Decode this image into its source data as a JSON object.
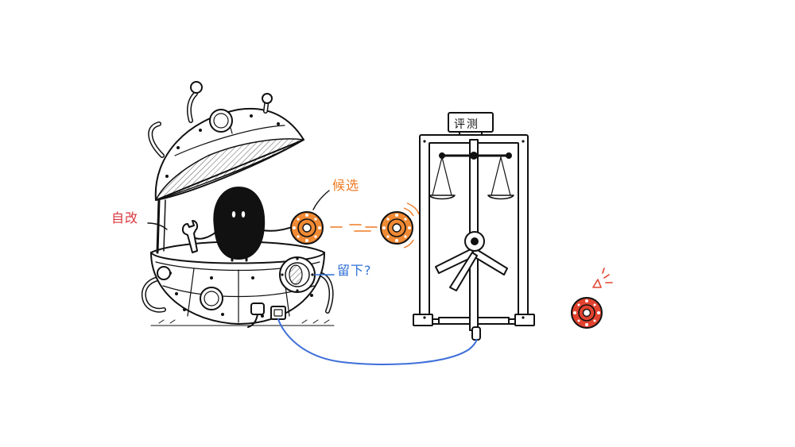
{
  "labels": {
    "self_modify": "自改",
    "candidate": "候选",
    "keep": "留下?",
    "evaluate": "评测"
  },
  "colors": {
    "ink": "#111111",
    "self_modify": "#d9363e",
    "candidate": "#ee7a22",
    "keep": "#2f6fd6",
    "token_orange": "#f08a34",
    "token_red": "#e2432f",
    "cable": "#3d6fd8"
  },
  "icons": {
    "machine": "split-sphere-pod-icon",
    "creature": "black-blob-creature-icon",
    "tool": "wrench-icon",
    "scale": "balance-scale-icon",
    "gate": "turnstile-icon",
    "token": "gear-token-icon",
    "alert": "warning-triangle-icon"
  }
}
